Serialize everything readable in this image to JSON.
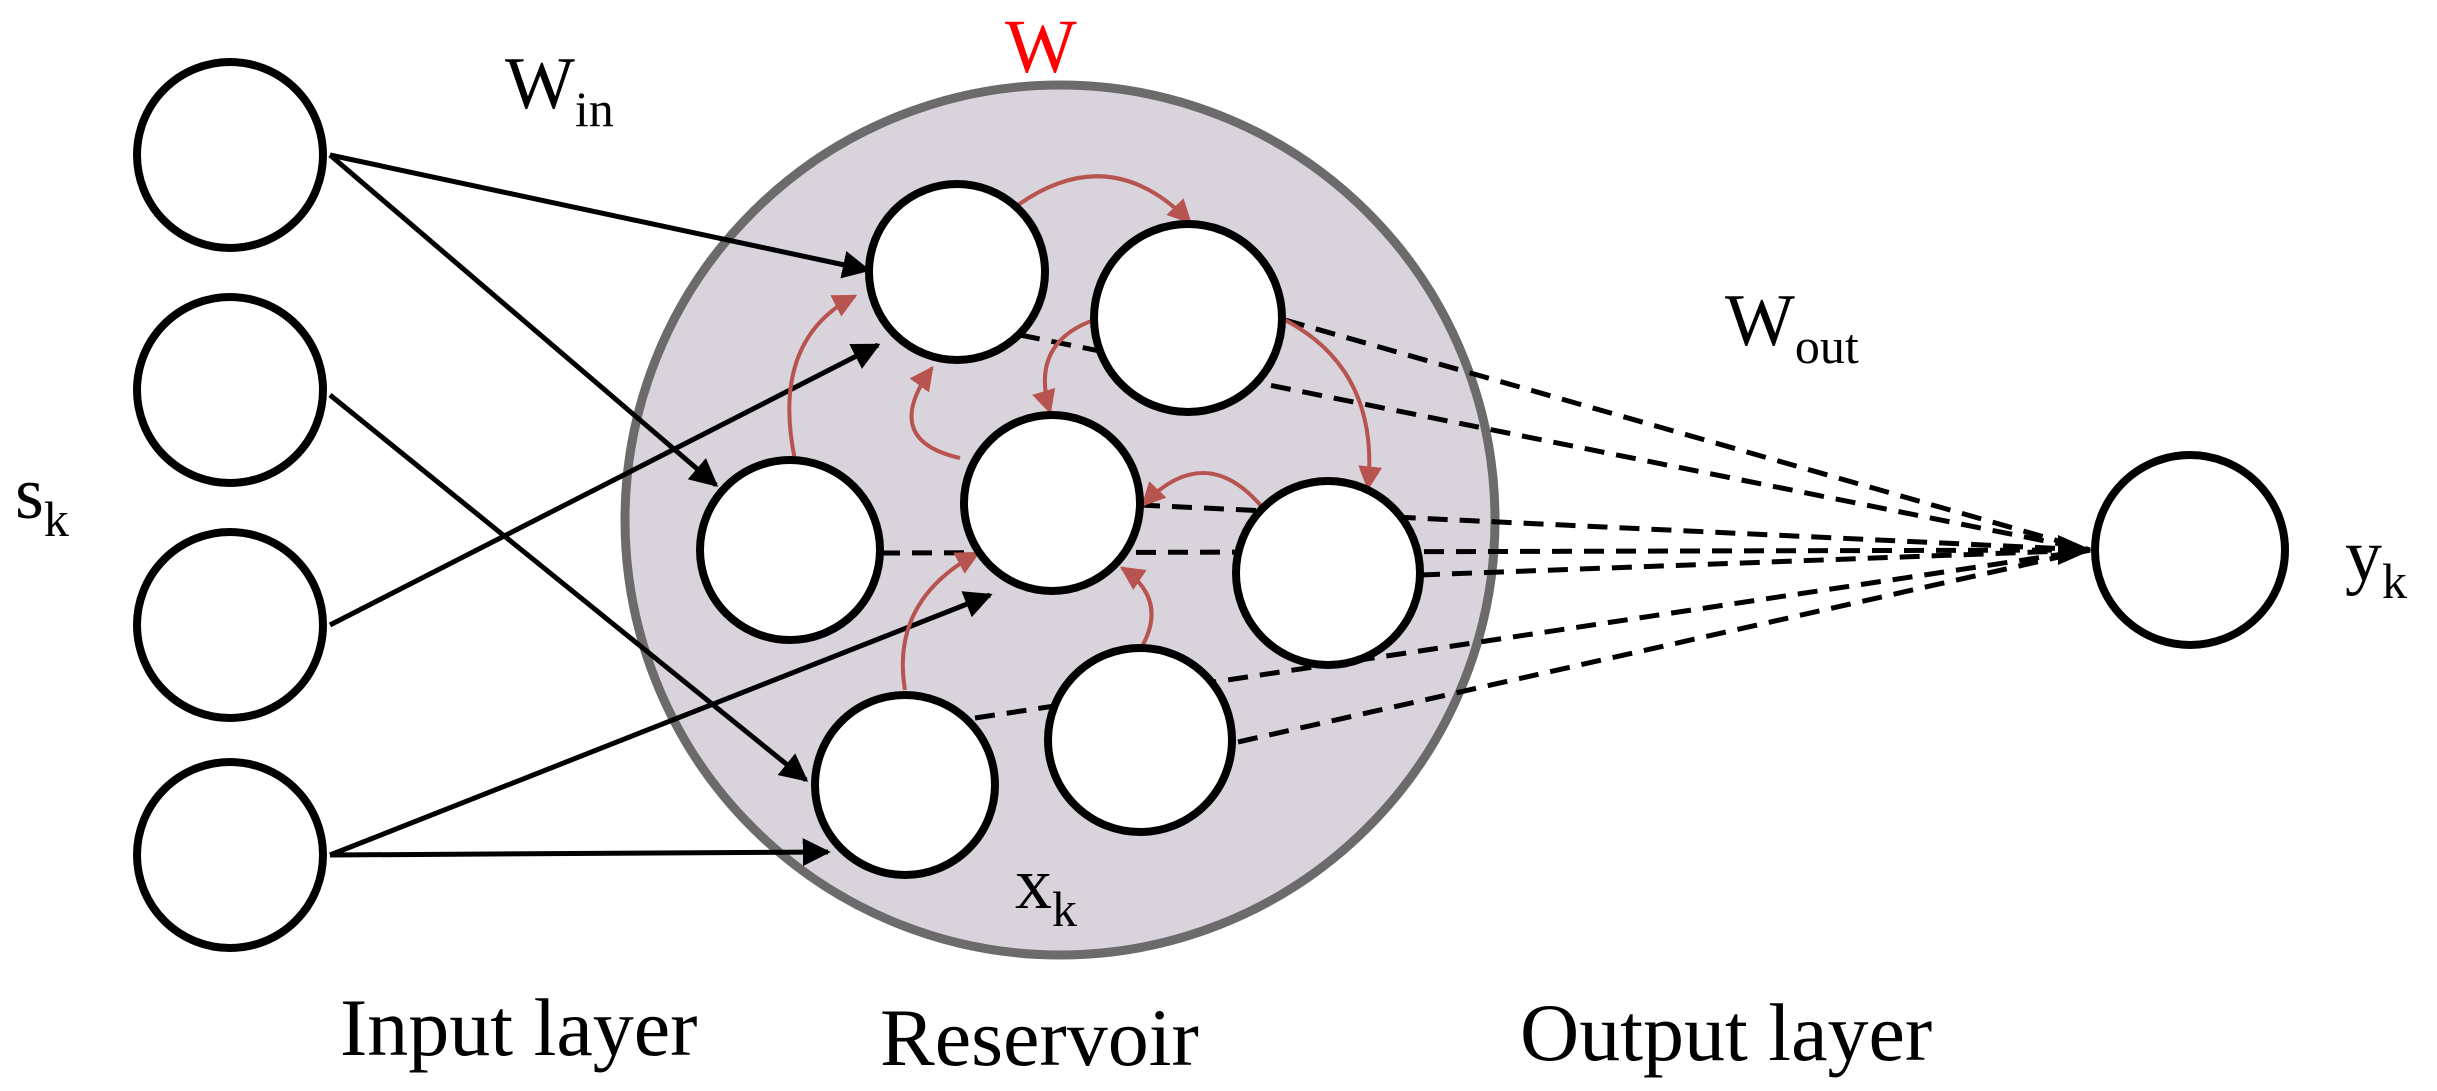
{
  "labels": {
    "s_main": "s",
    "s_sub": "k",
    "w_in_main": "W",
    "w_in_sub": "in",
    "w_res": "W",
    "w_out_main": "W",
    "w_out_sub": "out",
    "x_main": "x",
    "x_sub": "k",
    "y_main": "y",
    "y_sub": "k"
  },
  "captions": {
    "input_layer": "Input layer",
    "reservoir": "Reservoir",
    "output_layer": "Output layer"
  },
  "colors": {
    "reservoir_fill": "#d9d3dc",
    "reservoir_stroke": "#6b6b6b",
    "recurrent_arrow": "#b85450",
    "w_label": "#ff0000",
    "node_stroke": "#000000"
  }
}
